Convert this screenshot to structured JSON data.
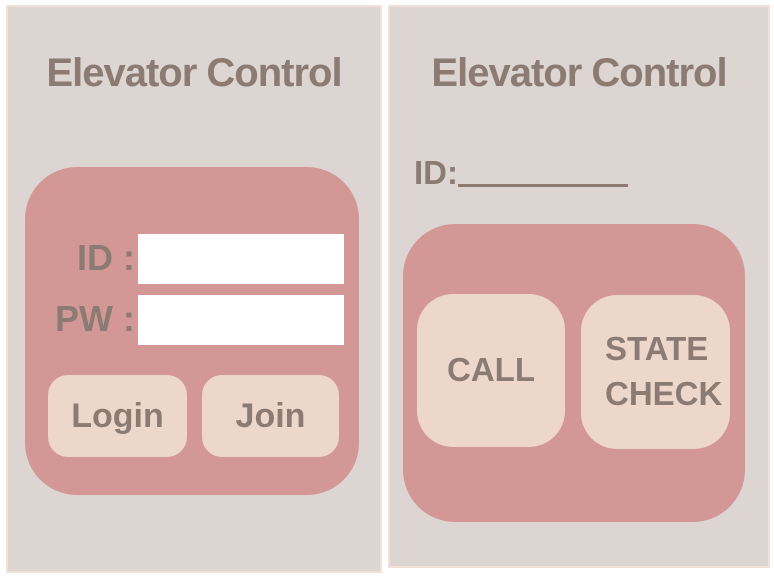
{
  "colors": {
    "page_background": "#ffffff",
    "panel_background": "#dcd5d2",
    "panel_border": "#f3e0d7",
    "card_pink": "#d39796",
    "button_cream": "#edd6ca",
    "input_white": "#ffffff",
    "text_brown": "#8b7b73"
  },
  "left_screen": {
    "title": "Elevator Control",
    "id_label": "ID :",
    "pw_label": "PW :",
    "id_value": "",
    "pw_value": "",
    "login_button": "Login",
    "join_button": "Join"
  },
  "right_screen": {
    "title": "Elevator Control",
    "id_label": "ID:",
    "call_button": "CALL",
    "state_check_button": "STATE CHECK"
  }
}
